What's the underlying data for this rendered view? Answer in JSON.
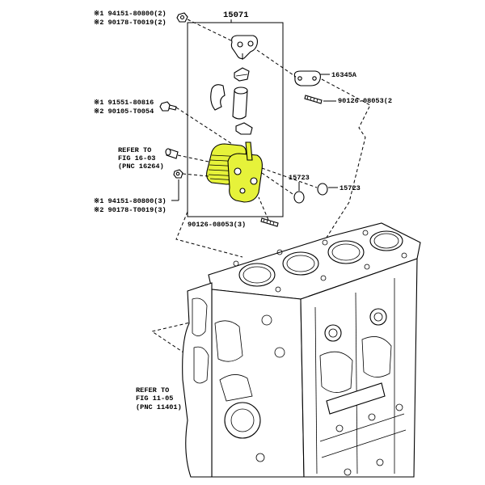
{
  "colors": {
    "highlight": "#e6f23a",
    "ink": "#000000",
    "background": "#ffffff"
  },
  "labels": {
    "assembly": "15071",
    "bolt_top_1": "※1 94151-80800(2)",
    "bolt_top_2": "※2 90178-T0019(2)",
    "gasket": "16345A",
    "stud_right": "90126-08053(2",
    "bolt_mid_1": "※1 91551-80816",
    "bolt_mid_2": "※2 90105-T0054",
    "refer_top_1": "REFER TO",
    "refer_top_2": "FIG 16-03",
    "refer_top_3": "(PNC 16264)",
    "oring_left": "15723",
    "oring_right": "15723",
    "nut_low_1": "※1 94151-80800(3)",
    "nut_low_2": "※2 90178-T0019(3)",
    "stud_low": "90126-08053(3)",
    "refer_bottom_1": "REFER TO",
    "refer_bottom_2": "FIG 11-05",
    "refer_bottom_3": "(PNC 11401)"
  }
}
